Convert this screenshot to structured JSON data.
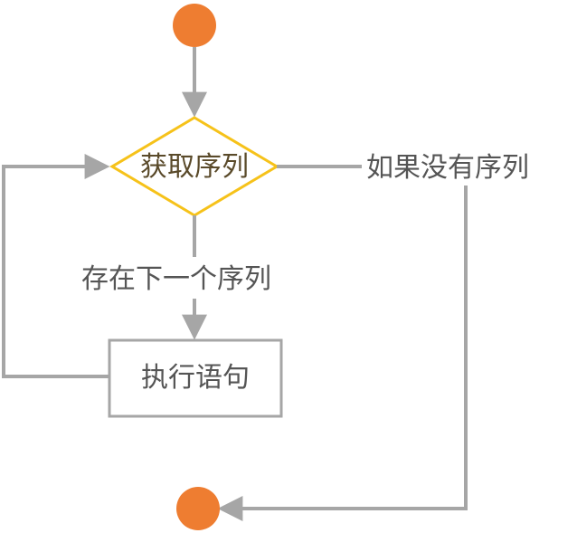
{
  "diagram": {
    "decision_label": "获取序列",
    "no_sequence_label": "如果没有序列",
    "has_next_label": "存在下一个序列",
    "process_label": "执行语句"
  },
  "colors": {
    "terminal": "#ee7d31",
    "decision_stroke": "#f6c21a",
    "decision_text": "#5a4a2a",
    "line": "#a6a6a6",
    "text": "#555555",
    "box_stroke": "#a6a6a6"
  }
}
